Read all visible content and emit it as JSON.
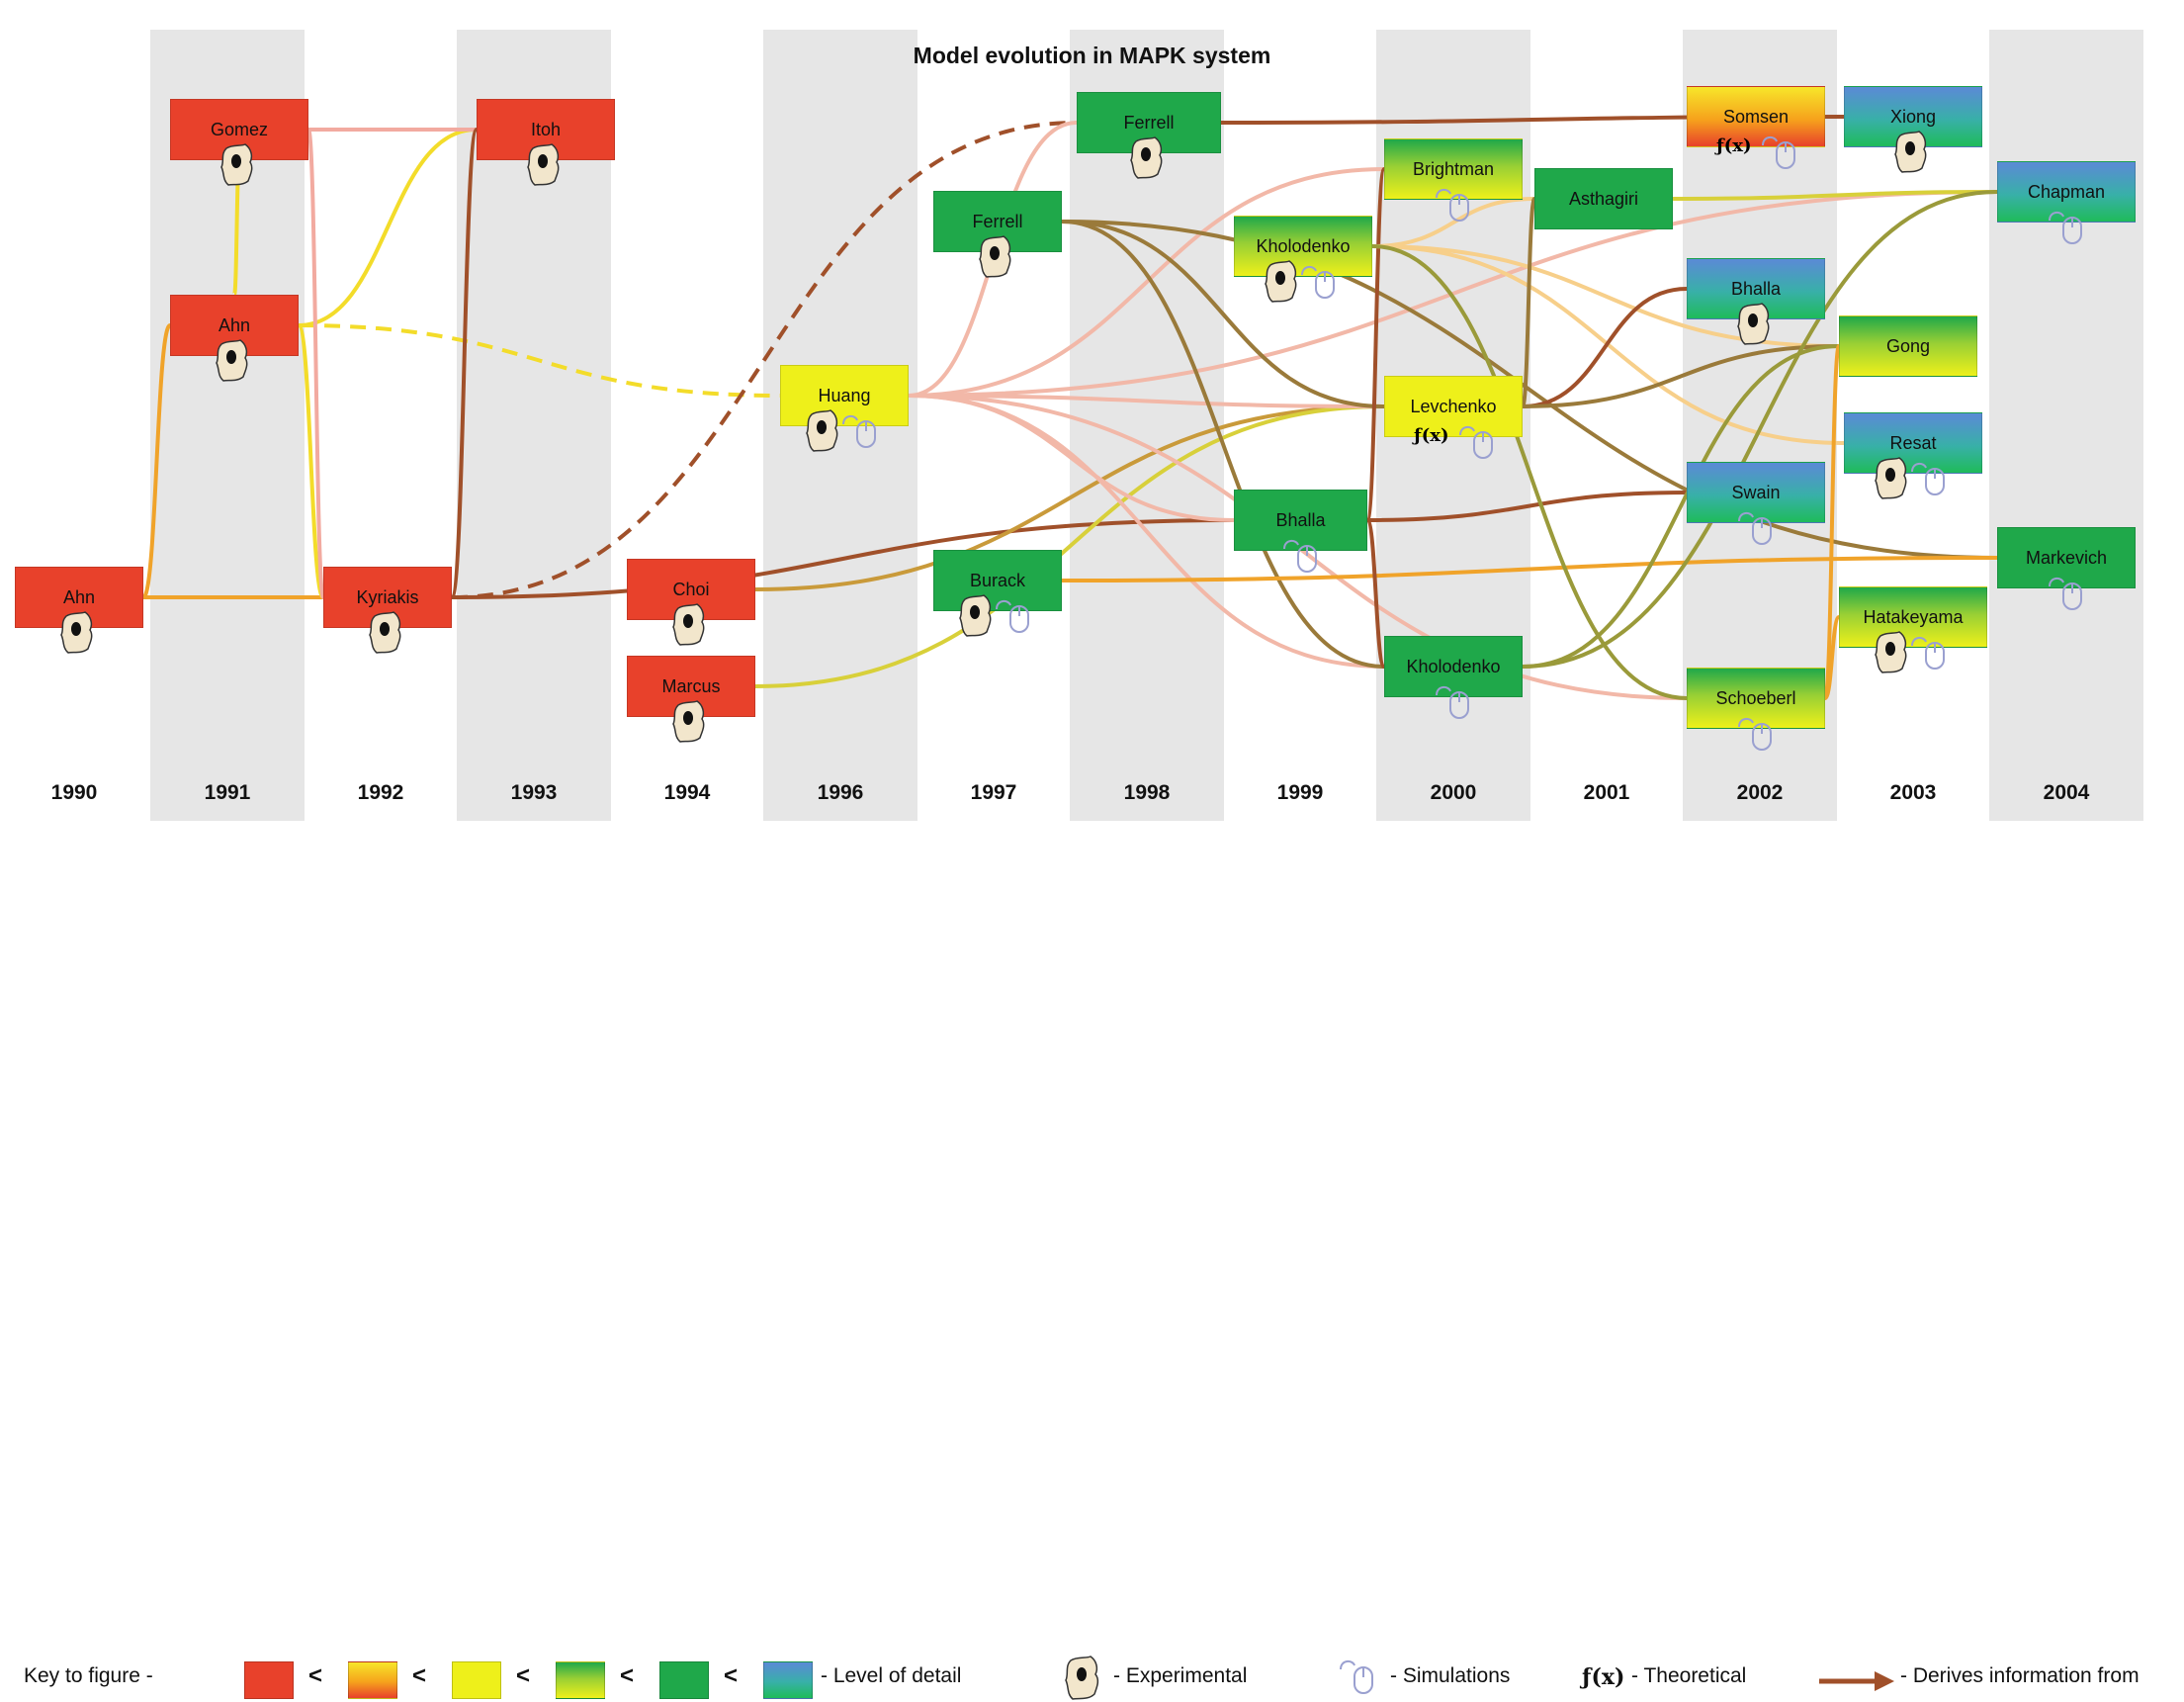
{
  "title": "Model evolution in MAPK system",
  "years": [
    "1990",
    "1991",
    "1992",
    "1993",
    "1994",
    "1996",
    "1997",
    "1998",
    "1999",
    "2000",
    "2001",
    "2002",
    "2003",
    "2004"
  ],
  "models": [
    {
      "id": "ahn90",
      "label": "Ahn",
      "year": "1990",
      "detail": "1",
      "exp": true,
      "sim": false,
      "theo": false
    },
    {
      "id": "gomez",
      "label": "Gomez",
      "year": "1991",
      "detail": "1",
      "exp": true,
      "sim": false,
      "theo": false
    },
    {
      "id": "ahn91",
      "label": "Ahn",
      "year": "1991",
      "detail": "1",
      "exp": true,
      "sim": false,
      "theo": false
    },
    {
      "id": "kyriakis",
      "label": "Kyriakis",
      "year": "1992",
      "detail": "1",
      "exp": true,
      "sim": false,
      "theo": false
    },
    {
      "id": "itoh",
      "label": "Itoh",
      "year": "1993",
      "detail": "1",
      "exp": true,
      "sim": false,
      "theo": false
    },
    {
      "id": "choi",
      "label": "Choi",
      "year": "1994",
      "detail": "1",
      "exp": true,
      "sim": false,
      "theo": false
    },
    {
      "id": "marcus",
      "label": "Marcus",
      "year": "1994",
      "detail": "1",
      "exp": true,
      "sim": false,
      "theo": false
    },
    {
      "id": "huang",
      "label": "Huang",
      "year": "1996",
      "detail": "3",
      "exp": true,
      "sim": true,
      "theo": false
    },
    {
      "id": "ferrell97",
      "label": "Ferrell",
      "year": "1997",
      "detail": "5",
      "exp": true,
      "sim": false,
      "theo": false
    },
    {
      "id": "burack",
      "label": "Burack",
      "year": "1997",
      "detail": "5",
      "exp": true,
      "sim": true,
      "theo": false
    },
    {
      "id": "ferrell98",
      "label": "Ferrell",
      "year": "1998",
      "detail": "5",
      "exp": true,
      "sim": false,
      "theo": false
    },
    {
      "id": "bhalla99",
      "label": "Bhalla",
      "year": "1999",
      "detail": "5",
      "exp": false,
      "sim": true,
      "theo": false
    },
    {
      "id": "kholodenko99",
      "label": "Kholodenko",
      "year": "1999",
      "detail": "4",
      "exp": true,
      "sim": true,
      "theo": false
    },
    {
      "id": "brightman",
      "label": "Brightman",
      "year": "2000",
      "detail": "4",
      "exp": false,
      "sim": true,
      "theo": false
    },
    {
      "id": "levchenko",
      "label": "Levchenko",
      "year": "2000",
      "detail": "3",
      "exp": false,
      "sim": true,
      "theo": true
    },
    {
      "id": "kholodenko00",
      "label": "Kholodenko",
      "year": "2000",
      "detail": "5",
      "exp": false,
      "sim": true,
      "theo": false
    },
    {
      "id": "asthagiri",
      "label": "Asthagiri",
      "year": "2001",
      "detail": "5",
      "exp": false,
      "sim": false,
      "theo": false
    },
    {
      "id": "somsen",
      "label": "Somsen",
      "year": "2002",
      "detail": "2",
      "exp": false,
      "sim": true,
      "theo": true
    },
    {
      "id": "bhalla02",
      "label": "Bhalla",
      "year": "2002",
      "detail": "6",
      "exp": true,
      "sim": false,
      "theo": false
    },
    {
      "id": "swain",
      "label": "Swain",
      "year": "2002",
      "detail": "6",
      "exp": false,
      "sim": true,
      "theo": false
    },
    {
      "id": "schoeberl",
      "label": "Schoeberl",
      "year": "2002",
      "detail": "4",
      "exp": false,
      "sim": true,
      "theo": false
    },
    {
      "id": "xiong",
      "label": "Xiong",
      "year": "2003",
      "detail": "6",
      "exp": true,
      "sim": false,
      "theo": false
    },
    {
      "id": "gong",
      "label": "Gong",
      "year": "2003",
      "detail": "4",
      "exp": false,
      "sim": false,
      "theo": false
    },
    {
      "id": "resat",
      "label": "Resat",
      "year": "2003",
      "detail": "6",
      "exp": true,
      "sim": true,
      "theo": false
    },
    {
      "id": "hatakeyama",
      "label": "Hatakeyama",
      "year": "2003",
      "detail": "4",
      "exp": true,
      "sim": true,
      "theo": false
    },
    {
      "id": "chapman",
      "label": "Chapman",
      "year": "2004",
      "detail": "6",
      "exp": false,
      "sim": true,
      "theo": false
    },
    {
      "id": "markevich",
      "label": "Markevich",
      "year": "2004",
      "detail": "5",
      "exp": false,
      "sim": true,
      "theo": false
    }
  ],
  "links": [
    {
      "from": "ahn90",
      "to": "ahn91",
      "color": "#f0a32a",
      "style": "solid"
    },
    {
      "from": "ahn90",
      "to": "kyriakis",
      "color": "#f0a32a",
      "style": "solid"
    },
    {
      "from": "ahn91",
      "to": "gomez",
      "color": "#f3dc2a",
      "style": "solid"
    },
    {
      "from": "ahn91",
      "to": "itoh",
      "color": "#f3dc2a",
      "style": "solid"
    },
    {
      "from": "ahn91",
      "to": "kyriakis",
      "color": "#f3dc2a",
      "style": "solid"
    },
    {
      "from": "ahn91",
      "to": "huang",
      "color": "#f3dc2a",
      "style": "dashed"
    },
    {
      "from": "gomez",
      "to": "itoh",
      "color": "#f2aaa0",
      "style": "solid"
    },
    {
      "from": "gomez",
      "to": "kyriakis",
      "color": "#f2aaa0",
      "style": "solid"
    },
    {
      "from": "kyriakis",
      "to": "itoh",
      "color": "#a0502a",
      "style": "solid"
    },
    {
      "from": "kyriakis",
      "to": "ferrell98",
      "color": "#a0502a",
      "style": "dashed"
    },
    {
      "from": "kyriakis",
      "to": "bhalla99",
      "color": "#a0502a",
      "style": "solid"
    },
    {
      "from": "choi",
      "to": "levchenko",
      "color": "#c99a3a",
      "style": "solid"
    },
    {
      "from": "marcus",
      "to": "levchenko",
      "color": "#d8d03a",
      "style": "solid"
    },
    {
      "from": "huang",
      "to": "ferrell98",
      "color": "#f2b8a8",
      "style": "solid"
    },
    {
      "from": "huang",
      "to": "brightman",
      "color": "#f2b8a8",
      "style": "solid"
    },
    {
      "from": "huang",
      "to": "bhalla99",
      "color": "#f2b8a8",
      "style": "solid"
    },
    {
      "from": "huang",
      "to": "kholodenko00",
      "color": "#f2b8a8",
      "style": "solid"
    },
    {
      "from": "huang",
      "to": "levchenko",
      "color": "#f2b8a8",
      "style": "solid"
    },
    {
      "from": "huang",
      "to": "chapman",
      "color": "#f2b8a8",
      "style": "solid"
    },
    {
      "from": "huang",
      "to": "schoeberl",
      "color": "#f2b8a8",
      "style": "solid"
    },
    {
      "from": "ferrell97",
      "to": "levchenko",
      "color": "#9a7a3a",
      "style": "solid"
    },
    {
      "from": "ferrell97",
      "to": "kholodenko00",
      "color": "#9a7a3a",
      "style": "solid"
    },
    {
      "from": "ferrell97",
      "to": "markevich",
      "color": "#9a7a3a",
      "style": "solid"
    },
    {
      "from": "ferrell98",
      "to": "xiong",
      "color": "#a0502a",
      "style": "solid"
    },
    {
      "from": "burack",
      "to": "markevich",
      "color": "#f0a32a",
      "style": "solid"
    },
    {
      "from": "bhalla99",
      "to": "brightman",
      "color": "#a0502a",
      "style": "solid"
    },
    {
      "from": "bhalla99",
      "to": "kholodenko00",
      "color": "#a0502a",
      "style": "solid"
    },
    {
      "from": "bhalla99",
      "to": "swain",
      "color": "#a0502a",
      "style": "solid"
    },
    {
      "from": "kholodenko99",
      "to": "asthagiri",
      "color": "#f7cf8a",
      "style": "solid"
    },
    {
      "from": "kholodenko99",
      "to": "gong",
      "color": "#f7cf8a",
      "style": "solid"
    },
    {
      "from": "kholodenko99",
      "to": "resat",
      "color": "#f7cf8a",
      "style": "solid"
    },
    {
      "from": "kholodenko99",
      "to": "schoeberl",
      "color": "#9a9a3a",
      "style": "solid"
    },
    {
      "from": "levchenko",
      "to": "bhalla02",
      "color": "#a0502a",
      "style": "solid"
    },
    {
      "from": "levchenko",
      "to": "asthagiri",
      "color": "#9a7a3a",
      "style": "solid"
    },
    {
      "from": "levchenko",
      "to": "gong",
      "color": "#9a7a3a",
      "style": "solid"
    },
    {
      "from": "asthagiri",
      "to": "chapman",
      "color": "#d8d03a",
      "style": "solid"
    },
    {
      "from": "kholodenko00",
      "to": "chapman",
      "color": "#9a9a3a",
      "style": "solid"
    },
    {
      "from": "kholodenko00",
      "to": "gong",
      "color": "#9a9a3a",
      "style": "solid"
    },
    {
      "from": "schoeberl",
      "to": "gong",
      "color": "#f0a32a",
      "style": "solid"
    },
    {
      "from": "schoeberl",
      "to": "hatakeyama",
      "color": "#f0a32a",
      "style": "solid"
    }
  ],
  "colors": {
    "level_1": "#e8412b",
    "level_3": "#eef01a",
    "level_5": "#1fa84a",
    "band": "#e6e6e6",
    "derives_arrow": "#a0502a"
  },
  "legend": {
    "key_label": "Key to figure -",
    "less_than": "<",
    "detail_label": "- Level of detail",
    "experimental_label": "- Experimental",
    "simulations_label": "- Simulations",
    "theoretical_label": "- Theoretical",
    "derives_label": "- Derives information from",
    "theoretical_glyph": "ƒ(x)",
    "icons": [
      "cell-icon",
      "mouse-icon",
      "function-icon",
      "arrow-icon"
    ]
  }
}
